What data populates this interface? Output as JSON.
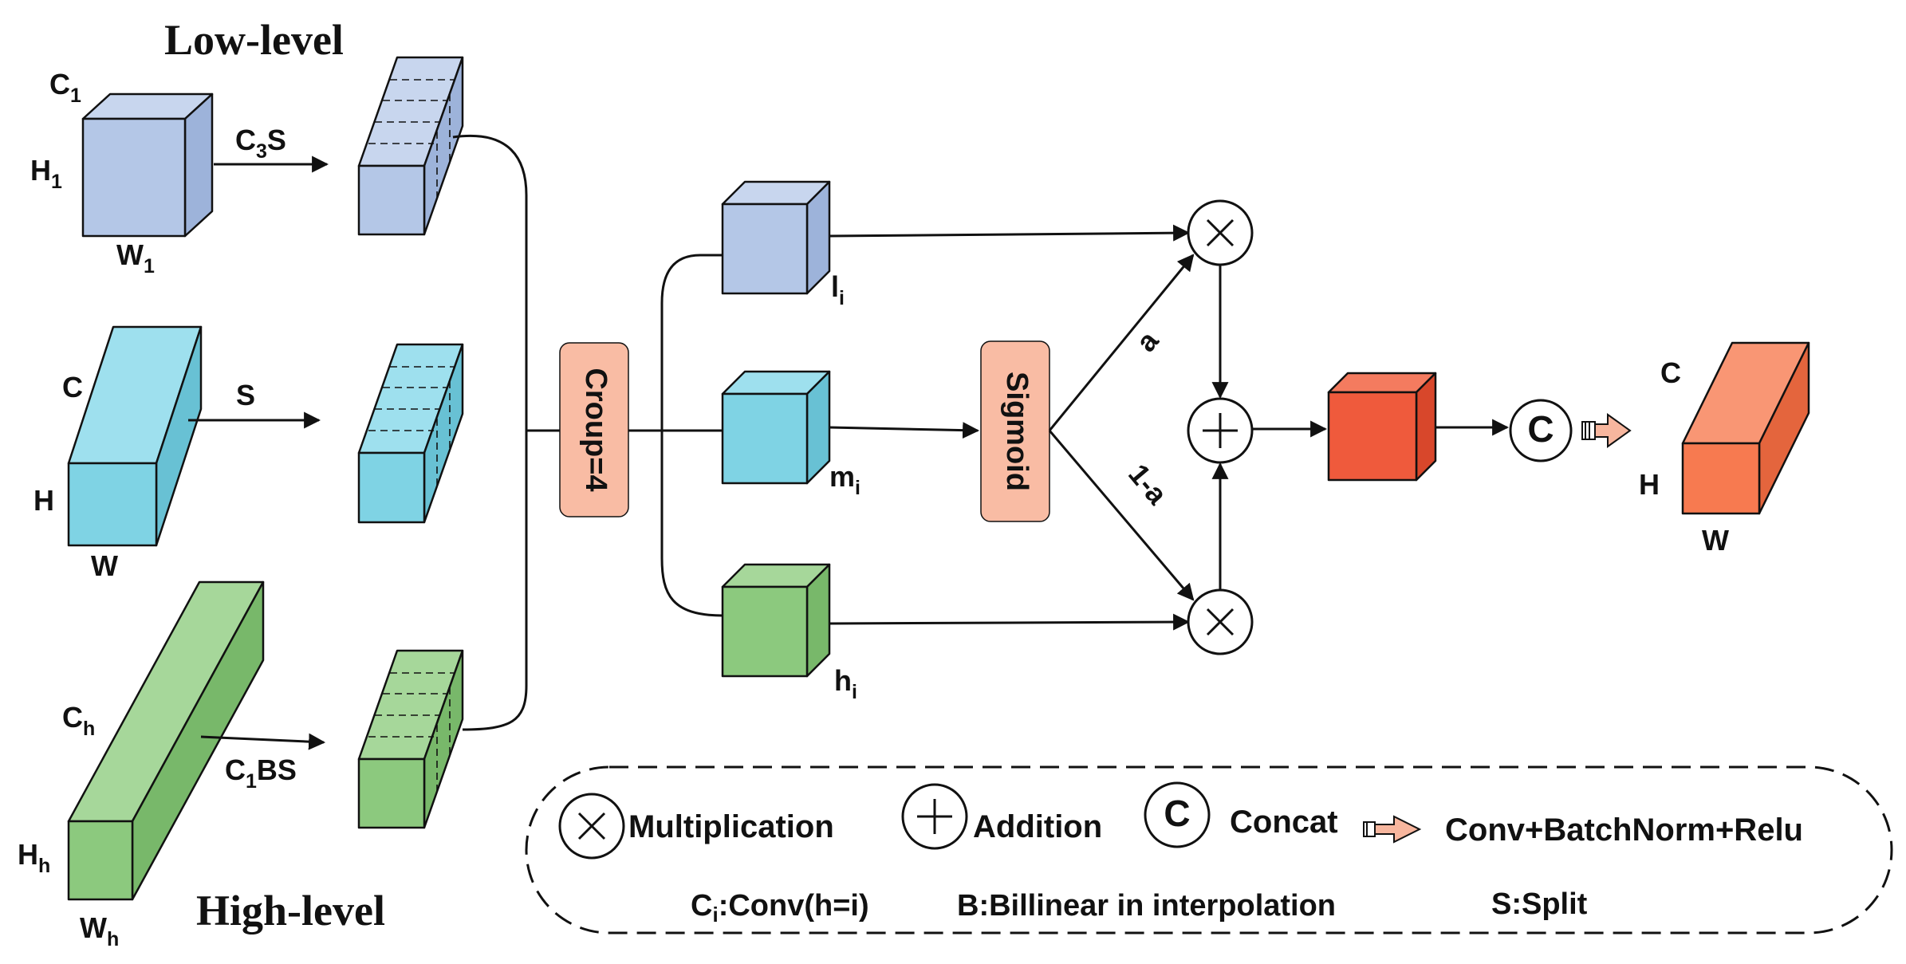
{
  "titles": {
    "low": "Low-level",
    "high": "High-level"
  },
  "inputs": {
    "low": {
      "c": "C",
      "c_sub": "1",
      "h": "H",
      "h_sub": "1",
      "w": "W",
      "w_sub": "1",
      "op": "C",
      "op_sub": "3",
      "op_tail": "S"
    },
    "mid": {
      "c": "C",
      "h": "H",
      "w": "W",
      "op": "S"
    },
    "high": {
      "c": "C",
      "c_sub": "h",
      "h": "H",
      "h_sub": "h",
      "w": "W",
      "w_sub": "h",
      "op": "C",
      "op_sub": "1",
      "op_tail": "BS"
    }
  },
  "group_label": "Croup=4",
  "branches": {
    "l": {
      "base": "l",
      "sub": "i"
    },
    "m": {
      "base": "m",
      "sub": "i"
    },
    "h": {
      "base": "h",
      "sub": "i"
    }
  },
  "sigmoid_label": "Sigmoid",
  "weights": {
    "a": "a",
    "one_minus_a": "1-a"
  },
  "concat_symbol": "C",
  "output": {
    "c": "C",
    "h": "H",
    "w": "W"
  },
  "legend": {
    "multiplication": "Multiplication",
    "addition": "Addition",
    "concat_symbol": "C",
    "concat": "Concat",
    "conv_bn_relu": "Conv+BatchNorm+Relu",
    "conv_prefix": "C",
    "conv_sub": "i",
    "conv_suffix": ":Conv(h=i)",
    "bilinear": "B:Billinear in interpolation",
    "split": "S:Split"
  },
  "colors": {
    "low_front": "#b4c7e7",
    "low_top": "#c8d6ee",
    "low_side": "#9db3da",
    "mid_front": "#7fd3e4",
    "mid_top": "#9ee0ee",
    "mid_side": "#68c1d4",
    "high_front": "#8cc97e",
    "high_top": "#a6d79a",
    "high_side": "#78b86a",
    "fused_front": "#ef5a3c",
    "fused_top": "#f47b5f",
    "fused_side": "#d8472b",
    "out_front": "#f77a50",
    "out_top": "#f99674",
    "out_side": "#e4653d",
    "node_fill": "#f9bca4",
    "arrow_fill": "#f7b69e"
  }
}
